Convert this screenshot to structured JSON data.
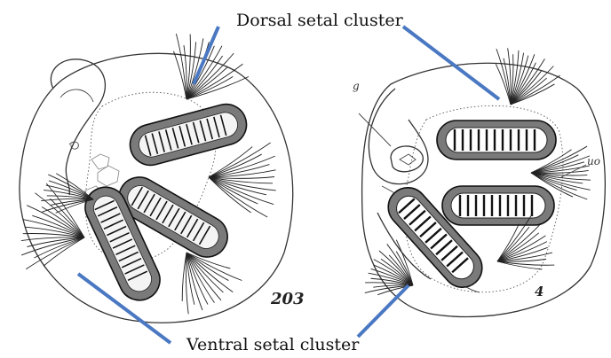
{
  "labels": {
    "dorsal": "Dorsal setal cluster",
    "ventral": "Ventral setal cluster"
  },
  "figure_numbers": {
    "left": "203",
    "right": "4"
  },
  "letter_marks": {
    "right_g": "g",
    "right_uo": "uo"
  },
  "colors": {
    "pointer": "#4a78c2",
    "ink": "#222222",
    "background": "#ffffff"
  }
}
